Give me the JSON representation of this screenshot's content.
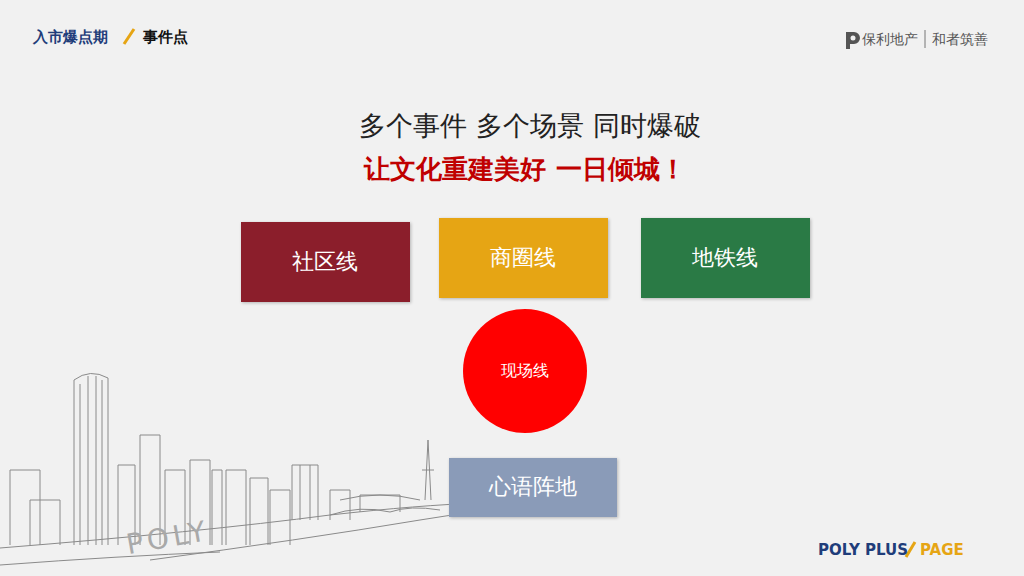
{
  "diagram": {
    "title": "多个事件 多个场景 同时爆破",
    "nodes": [
      {
        "text": [
          "社区线"
        ]
      },
      {
        "text": [
          "商圈线"
        ]
      },
      {
        "text": [
          "地铁线"
        ]
      },
      {
        "text": [
          "现场线"
        ]
      },
      {
        "text": [
          "心语阵地"
        ]
      }
    ],
    "labels": [
      "入市爆点期",
      "事件点",
      "保利地产",
      "和者筑善",
      "让文化重建美好 一日倾城！",
      "POLY",
      "POLY PLUS",
      "PAGE"
    ]
  }
}
